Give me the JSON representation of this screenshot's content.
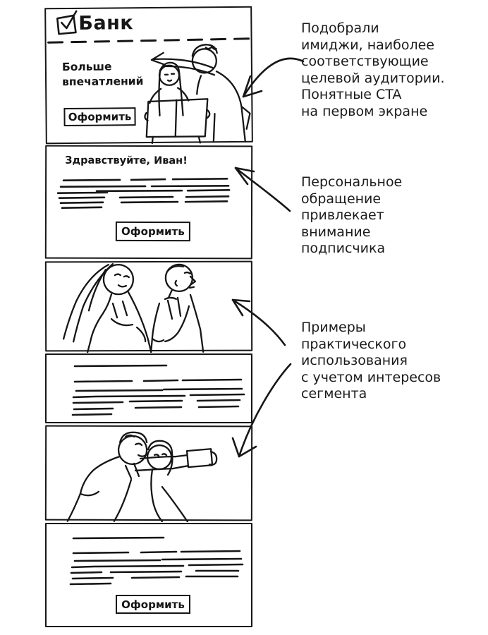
{
  "colors": {
    "ink": "#161616",
    "background": "#ffffff"
  },
  "email_mockup": {
    "brand": {
      "name": "Банк",
      "logo_icon": "checkbox-icon"
    },
    "hero": {
      "heading": "Больше\nвпечатлений",
      "cta": "Оформить",
      "illustration": "man-pointing-direction-woman-with-map"
    },
    "greeting_section": {
      "greeting": "Здравствуйте, Иван!",
      "cta": "Оформить"
    },
    "image_section_1": {
      "illustration": "couple-walking-hand-in-hand"
    },
    "text_section_1": {
      "content": "placeholder-text-lines"
    },
    "image_section_2": {
      "illustration": "couple-taking-selfie-with-phone"
    },
    "final_section": {
      "content": "placeholder-text-lines",
      "cta": "Оформить"
    }
  },
  "annotations": [
    {
      "text": "Подобрали\nимиджи, наиболее\nсоответствующие\nцелевой аудитории.\nПонятные CTA\nна первом экране"
    },
    {
      "text": "Персональное\nобращение\nпривлекает\nвнимание\nподписчика"
    },
    {
      "text": "Примеры\nпрактического\nиспользования\nс учетом интересов\nсегмента"
    }
  ]
}
